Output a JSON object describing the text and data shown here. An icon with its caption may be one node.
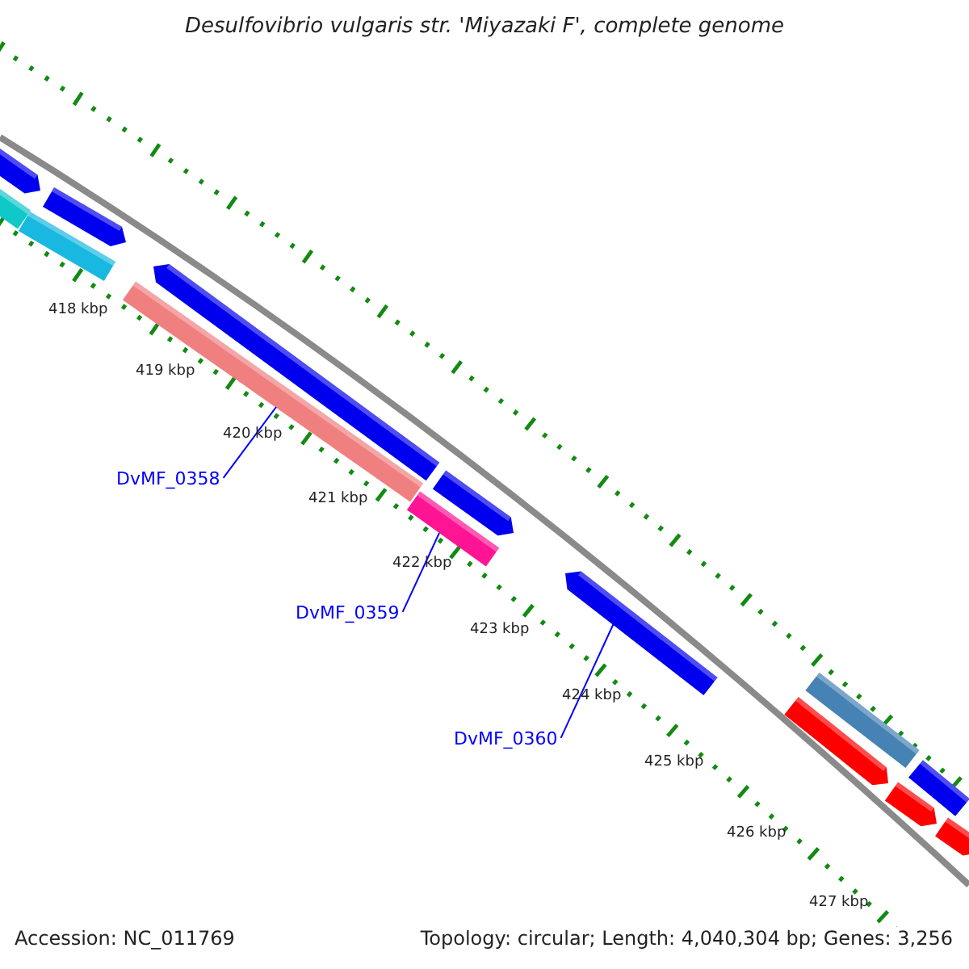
{
  "diagram": {
    "title": "Desulfovibrio vulgaris str. 'Miyazaki F', complete genome",
    "nodes": [
      {
        "text": [
          "DvMF_0358"
        ]
      },
      {
        "text": [],
        "shape": "bar"
      },
      {
        "text": [
          "DvMF_0359"
        ]
      },
      {
        "text": [],
        "shape": "bar"
      },
      {
        "text": [
          "DvMF_0360"
        ]
      },
      {
        "text": [],
        "shape": "bar"
      }
    ],
    "edges": [
      {
        "from": 0,
        "to": 1,
        "arrow": "none"
      },
      {
        "from": 2,
        "to": 3,
        "arrow": "none"
      },
      {
        "from": 4,
        "to": 5,
        "arrow": "none"
      }
    ],
    "labels": [
      "418 kbp",
      "419 kbp",
      "420 kbp",
      "421 kbp",
      "422 kbp",
      "423 kbp",
      "424 kbp",
      "425 kbp",
      "426 kbp",
      "427 kbp",
      "Accession: NC_011769",
      "Topology: circular; Length: 4,040,304 bp; Genes: 3,256"
    ]
  }
}
